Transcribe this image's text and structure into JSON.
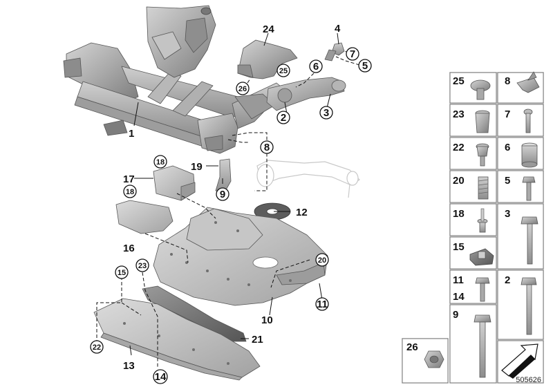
{
  "diagram": {
    "part_labels": [
      {
        "id": "1",
        "text": "1"
      },
      {
        "id": "2",
        "text": "2"
      },
      {
        "id": "3",
        "text": "3"
      },
      {
        "id": "4",
        "text": "4"
      },
      {
        "id": "5",
        "text": "5"
      },
      {
        "id": "6",
        "text": "6"
      },
      {
        "id": "7",
        "text": "7"
      },
      {
        "id": "8",
        "text": "8"
      },
      {
        "id": "9",
        "text": "9"
      },
      {
        "id": "10",
        "text": "10"
      },
      {
        "id": "11",
        "text": "11"
      },
      {
        "id": "12",
        "text": "12"
      },
      {
        "id": "13",
        "text": "13"
      },
      {
        "id": "14",
        "text": "14"
      },
      {
        "id": "15",
        "text": "15"
      },
      {
        "id": "16",
        "text": "16"
      },
      {
        "id": "17",
        "text": "17"
      },
      {
        "id": "18a",
        "text": "18"
      },
      {
        "id": "18b",
        "text": "18"
      },
      {
        "id": "19",
        "text": "19"
      },
      {
        "id": "20",
        "text": "20"
      },
      {
        "id": "21",
        "text": "21"
      },
      {
        "id": "22",
        "text": "22"
      },
      {
        "id": "23",
        "text": "23"
      },
      {
        "id": "24",
        "text": "24"
      },
      {
        "id": "25",
        "text": "25"
      },
      {
        "id": "26",
        "text": "26"
      }
    ],
    "hardware_table": {
      "cells": [
        {
          "num": "25",
          "icon": "screw-rivet-icon"
        },
        {
          "num": "8",
          "icon": "bracket-icon"
        },
        {
          "num": "23",
          "icon": "expansion-nut-icon"
        },
        {
          "num": "7",
          "icon": "bolt-icon"
        },
        {
          "num": "22",
          "icon": "flange-nut-icon"
        },
        {
          "num": "6",
          "icon": "sleeve-icon"
        },
        {
          "num": "20",
          "icon": "spring-nut-icon"
        },
        {
          "num": "5",
          "icon": "hex-bolt-icon"
        },
        {
          "num": "18",
          "icon": "rivet-icon"
        },
        {
          "num": "3",
          "icon": "long-hex-bolt-icon"
        },
        {
          "num": "15",
          "icon": "clip-nut-icon"
        },
        {
          "num": "11",
          "icon": "hex-bolt-icon"
        },
        {
          "num": "14",
          "icon": ""
        },
        {
          "num": "2",
          "icon": "long-bolt-icon"
        },
        {
          "num": "9",
          "icon": "long-bolt-icon"
        },
        {
          "num": "26",
          "icon": "hex-nut-icon"
        }
      ],
      "arrow_icon": "forward-arrow-icon"
    },
    "document_number": "505626"
  }
}
